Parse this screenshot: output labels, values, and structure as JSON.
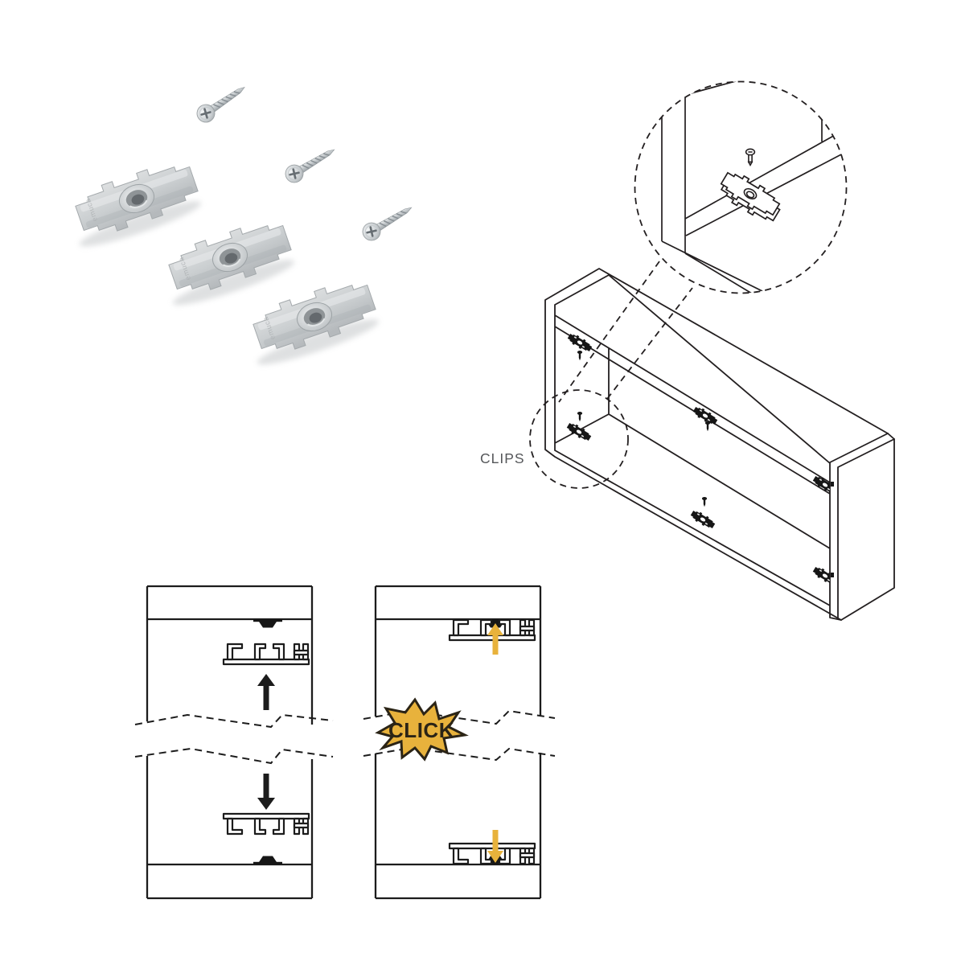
{
  "colors": {
    "background": "#ffffff",
    "line": "#231f20",
    "accent_yellow": "#e8b23c",
    "accent_dark": "#2b2416",
    "label_gray": "#55575a",
    "clip_gray": "#c9cccd"
  },
  "labels": {
    "clips": "CLIPS",
    "click": "CLICK",
    "brand": "emuca"
  },
  "hardware": {
    "clips_pictured": 3,
    "screws_pictured": 3,
    "cabinet_clip_positions": 6
  }
}
